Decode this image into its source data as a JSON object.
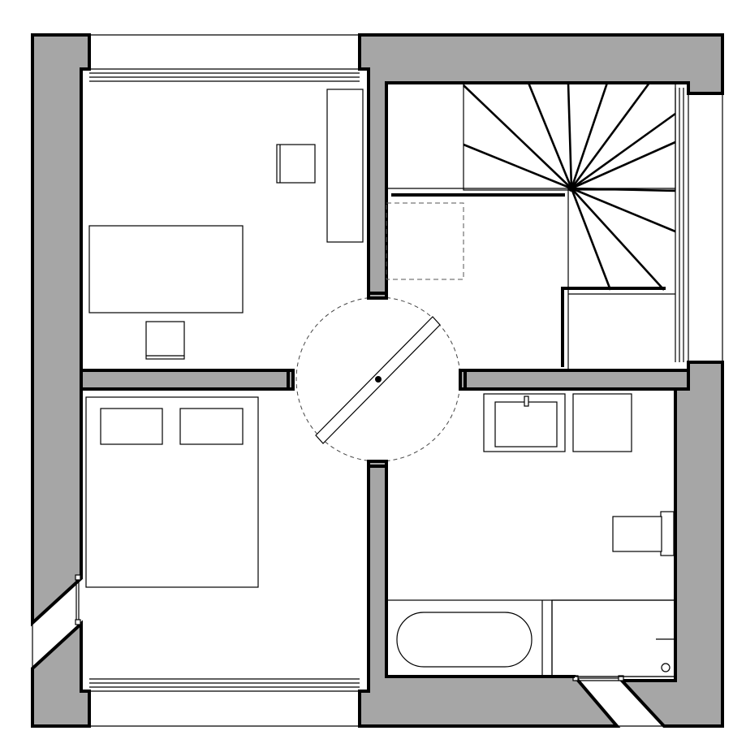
{
  "plan": {
    "kind": "floor-plan",
    "rooms": [
      "study",
      "stair-landing",
      "bedroom",
      "bathroom"
    ],
    "colors": {
      "wall_fill": "#a6a6a6",
      "line": "#000000",
      "background": "#ffffff"
    }
  }
}
